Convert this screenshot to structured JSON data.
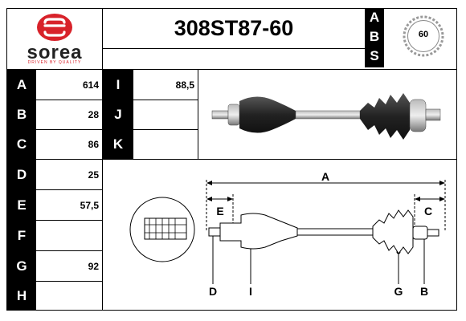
{
  "brand": {
    "name": "sorea",
    "tagline": "DRIVEN BY QUALITY",
    "accent_color": "#d8222a"
  },
  "part_number": "308ST87-60",
  "abs": {
    "letters": [
      "A",
      "B",
      "S"
    ],
    "teeth": "60"
  },
  "dimensions": [
    {
      "label": "A",
      "value": "614"
    },
    {
      "label": "B",
      "value": "28"
    },
    {
      "label": "C",
      "value": "86"
    },
    {
      "label": "D",
      "value": "25"
    },
    {
      "label": "E",
      "value": "57,5"
    },
    {
      "label": "F",
      "value": ""
    },
    {
      "label": "G",
      "value": "92"
    },
    {
      "label": "H",
      "value": ""
    }
  ],
  "dimensions_right": [
    {
      "label": "I",
      "value": "88,5"
    },
    {
      "label": "J",
      "value": ""
    },
    {
      "label": "K",
      "value": ""
    }
  ],
  "diagram_labels": {
    "A": "A",
    "E": "E",
    "C": "C",
    "D": "D",
    "I": "I",
    "G": "G",
    "B": "B"
  }
}
